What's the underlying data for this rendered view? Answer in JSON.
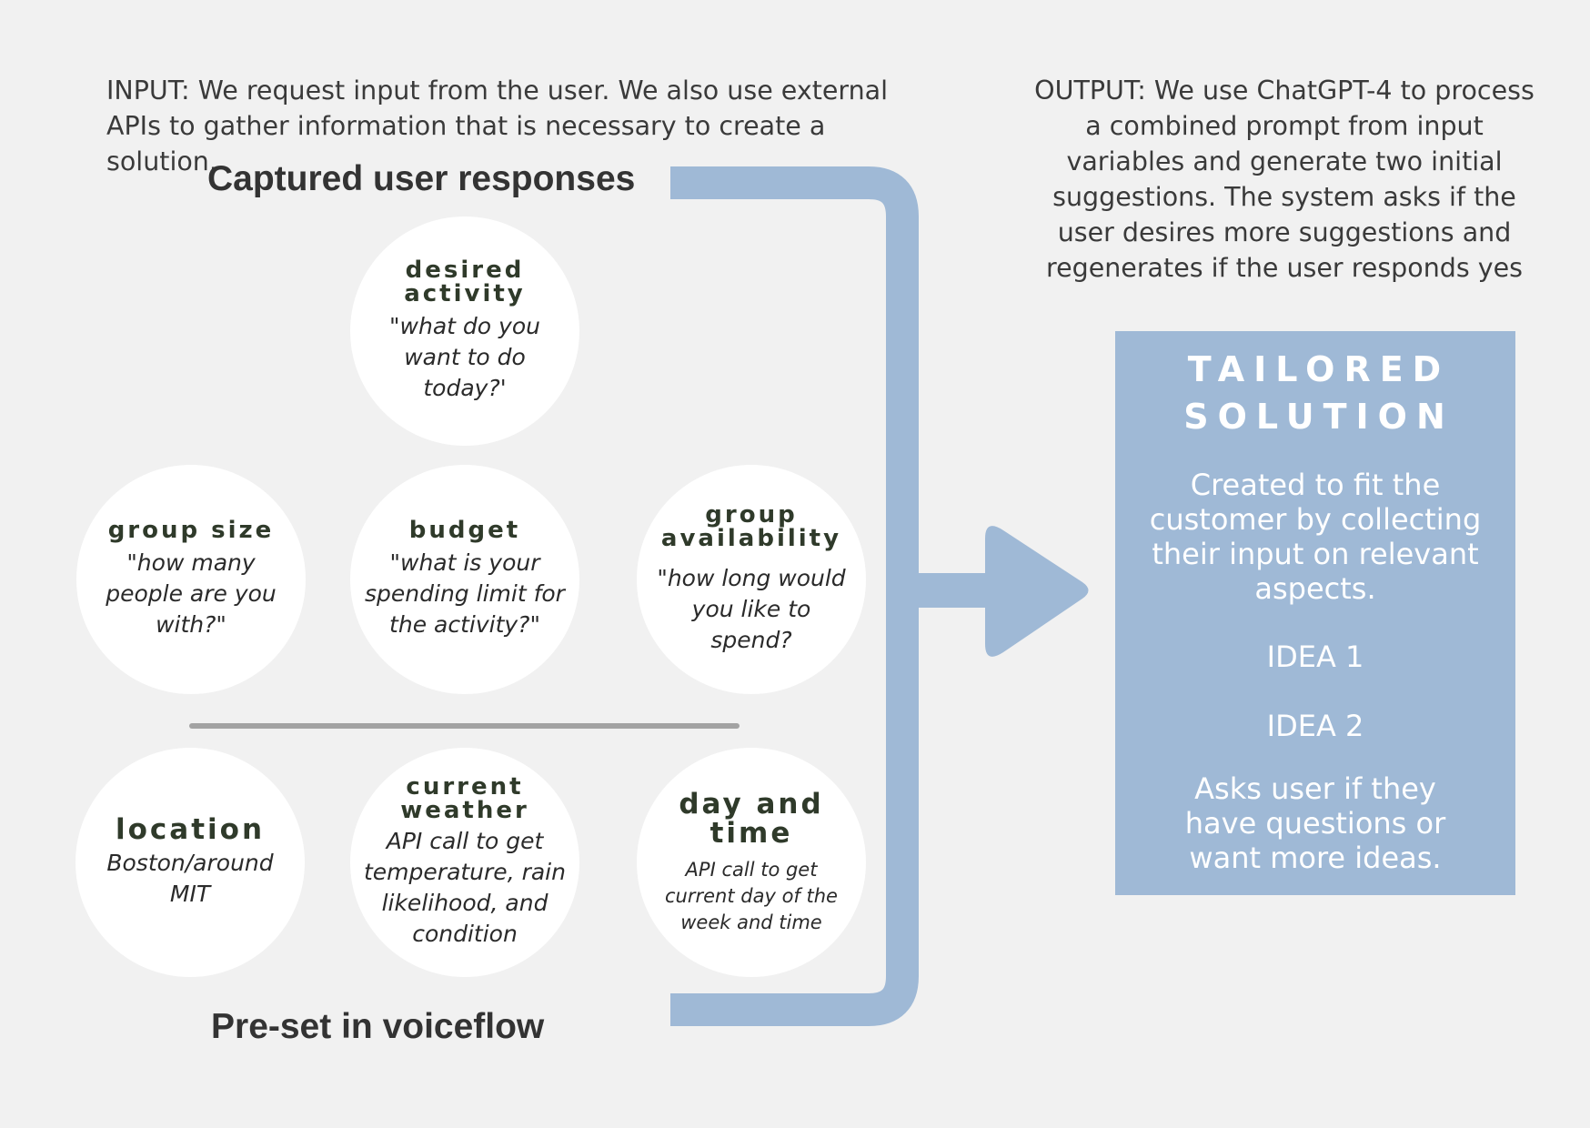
{
  "input_description": "INPUT: We request input from the user. We also use external APIs to gather information that is necessary to create a solution.",
  "output_description": "OUTPUT: We use ChatGPT-4 to process a combined prompt from input variables and generate two initial suggestions. The system asks if the user desires more suggestions and regenerates if the user responds yes",
  "captured_title": "Captured user responses",
  "preset_title": "Pre-set in voiceflow",
  "captured": {
    "desired_activity": {
      "title_1": "desired",
      "title_2": "activity",
      "question": "\"what do you want to do today?'"
    },
    "group_size": {
      "title": "group size",
      "question": "\"how many people are you with?\""
    },
    "budget": {
      "title": "budget",
      "question": "\"what is your spending limit for the activity?\""
    },
    "group_availability": {
      "title_1": "group",
      "title_2": "availability",
      "question": "\"how long would you like to spend?"
    }
  },
  "preset": {
    "location": {
      "title": "location",
      "value": "Boston/around MIT"
    },
    "current_weather": {
      "title_1": "current",
      "title_2": "weather",
      "value": "API call to get temperature, rain likelihood, and condition"
    },
    "day_and_time": {
      "title_1": "day and",
      "title_2": "time",
      "value": "API call to get current day of the week and time"
    }
  },
  "solution": {
    "title_1": "TAILORED",
    "title_2": "SOLUTION",
    "description": "Created to fit the customer by collecting their input on relevant aspects.",
    "idea_1": "IDEA 1",
    "idea_2": "IDEA 2",
    "footer": "Asks user if they have questions or want more ideas."
  },
  "colors": {
    "background": "#f1f1f1",
    "accent_blue": "#9fb9d6",
    "divider_gray": "#a3a3a3",
    "circle_fill": "#ffffff"
  }
}
